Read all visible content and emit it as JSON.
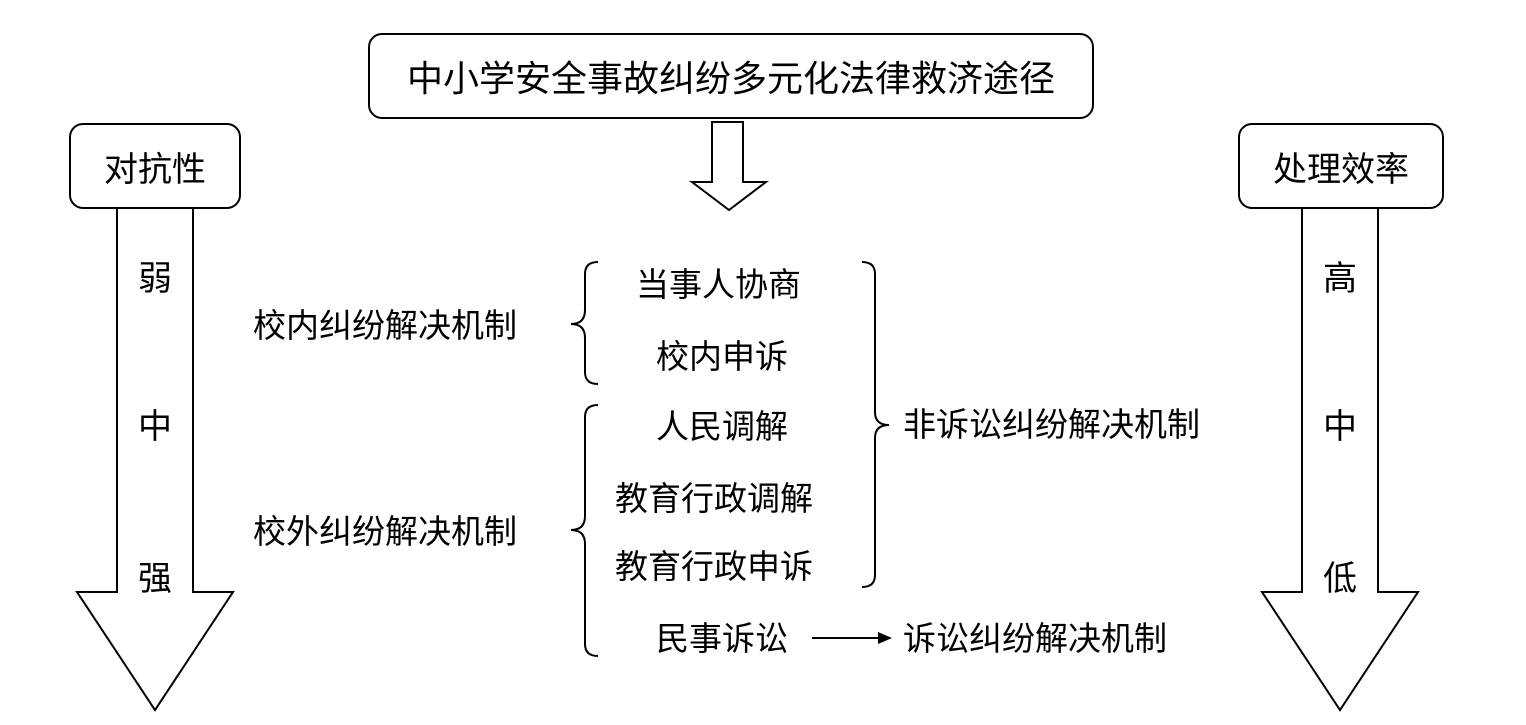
{
  "title": "中小学安全事故纠纷多元化法律救济途径",
  "left_scale": {
    "label": "对抗性",
    "levels": [
      "弱",
      "中",
      "强"
    ]
  },
  "right_scale": {
    "label": "处理效率",
    "levels": [
      "高",
      "中",
      "低"
    ]
  },
  "mechanisms": {
    "internal": {
      "label": "校内纠纷解决机制",
      "items": [
        "当事人协商",
        "校内申诉"
      ]
    },
    "external": {
      "label": "校外纠纷解决机制",
      "items": [
        "人民调解",
        "教育行政调解",
        "教育行政申诉",
        "民事诉讼"
      ]
    },
    "non_litigation": "非诉讼纠纷解决机制",
    "litigation": "诉讼纠纷解决机制"
  }
}
